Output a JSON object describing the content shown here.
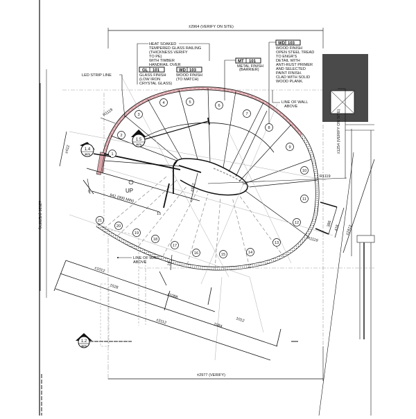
{
  "drawing": {
    "type": "spiral staircase plan",
    "dimensions": {
      "top_overall": "±2964 (VERIFY ON SITE)",
      "bottom_overall": "±2977 (VERIFY)",
      "left_overall": "±2526 (VERIFY)",
      "right_upper": "±1254 (VERIFY ON SITE)",
      "left_small": "±412",
      "center_small": "±412",
      "right_small_a": "386",
      "right_small_b": "418",
      "right_diag": "±2412",
      "radius_left": "R1119",
      "radius_right_upper": "R1119",
      "radius_right_lower": "R1119",
      "first_tread": "941 (900 MIN)",
      "small_low": "19",
      "start_marker": "0",
      "end_marker": "15",
      "run_1": "±1012",
      "run_2": "1528",
      "run_3": "±1088",
      "run_4": "±3112",
      "run_5": "1584",
      "run_6": "1012"
    },
    "labels": {
      "led_strip": "LED STRIP LINE",
      "up": "UP",
      "line_of_wall_upper": [
        "LINE OF WALL",
        "ABOVE"
      ],
      "line_of_wall_lower": [
        "LINE OF WALL",
        "ABOVE"
      ]
    },
    "notes": {
      "glass_railing": [
        "HEAT SOAKED",
        "TEMPERED GLASS RAILING",
        "(THICKNESS VERIFY",
        "TO PE)",
        "WITH TIMBER",
        "HANDRAIL OVER"
      ],
      "gl_tag": {
        "code": "GL",
        "num": "101"
      },
      "gl_desc": [
        "GLASS FINISH",
        "(LOW IRON",
        "CRYSTAL GLASS)"
      ],
      "wd_tag_a": {
        "code": "WD",
        "num": "103"
      },
      "wd_desc_a": [
        "WOOD FINISH",
        "(TO MATCH)"
      ],
      "mt_tag": {
        "code": "MT",
        "num": "101"
      },
      "mt_desc": [
        "METAL FINISH",
        "(BARRIER)"
      ],
      "wd_tag_b": {
        "code": "WD",
        "num": "103"
      },
      "wd_desc_b": [
        "WOOD FINISH",
        "OPEN STEEL TREAD",
        "TO ENGR'S",
        "DETAIL WITH",
        "ANTI-RUST PRIMER",
        "AND SELECTED",
        "PAINT FINISH.",
        "CLAD WITH SOLID",
        "WOOD PLANK."
      ]
    },
    "section_markers": [
      {
        "id": "1.4",
        "sheet": "3073"
      },
      {
        "id": "1.5",
        "sheet": "3073"
      },
      {
        "id": "1.2",
        "sheet": "3073"
      }
    ],
    "treads": [
      "1",
      "2",
      "3",
      "4",
      "5",
      "6",
      "7",
      "8",
      "9",
      "10",
      "11",
      "12",
      "13",
      "14",
      "15",
      "16",
      "17",
      "18",
      "19",
      "20",
      "21"
    ],
    "colors": {
      "line": "#111111",
      "led_strip": "#d9a3a8",
      "void_fill": "#4a4a4a",
      "grid": "#888888"
    }
  }
}
